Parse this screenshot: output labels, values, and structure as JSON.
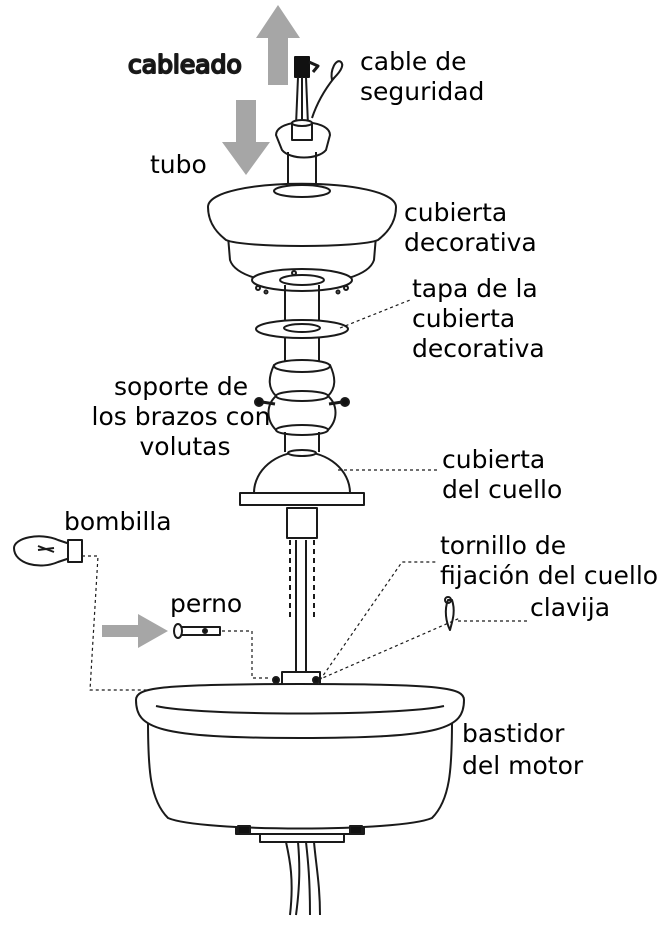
{
  "labels": {
    "cableado": "cableado",
    "cable_de_seguridad": [
      "cable de",
      "seguridad"
    ],
    "tubo": "tubo",
    "cubierta_decorativa": [
      "cubierta",
      "decorativa"
    ],
    "tapa_cubierta": [
      "tapa de la",
      "cubierta",
      "decorativa"
    ],
    "soporte_brazos": [
      "soporte de",
      "los brazos con",
      "volutas"
    ],
    "cubierta_cuello": [
      "cubierta",
      "del cuello"
    ],
    "bombilla": "bombilla",
    "tornillo_fijacion": [
      "tornillo de",
      "fijación del cuello"
    ],
    "perno": "perno",
    "clavija": "clavija",
    "bastidor_motor": [
      "bastidor",
      "del motor"
    ]
  },
  "colors": {
    "line": "#1a1a1a",
    "arrow_gray": "#a6a6a6",
    "fill": "#ffffff"
  }
}
